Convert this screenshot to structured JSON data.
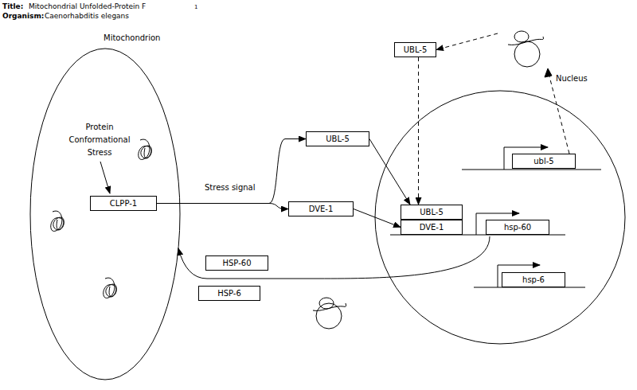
{
  "diagram": {
    "title": "Mitochondrial Unfolded-Protein F",
    "nodes": [
      {
        "text": [
          "Mitochondrion"
        ]
      },
      {
        "text": [
          "CLPP-1"
        ],
        "in": 0
      },
      {
        "text": [
          "Nucleus"
        ]
      },
      {
        "text": [
          "UBL-5"
        ]
      },
      {
        "text": [
          "UBL-5"
        ]
      },
      {
        "text": [
          "DVE-1"
        ]
      },
      {
        "text": [
          "UBL-5"
        ],
        "in": 2
      },
      {
        "text": [
          "DVE-1"
        ],
        "in": 2
      },
      {
        "text": [
          "hsp-60"
        ],
        "in": 2
      },
      {
        "text": [
          "ubl-5"
        ],
        "in": 2
      },
      {
        "text": [
          "hsp-6"
        ],
        "in": 2
      },
      {
        "text": [
          "HSP-60"
        ]
      },
      {
        "text": [
          "HSP-6"
        ]
      }
    ],
    "edges": [
      {
        "from": 1,
        "to": 4,
        "arrow": "to"
      },
      {
        "from": 1,
        "to": 5,
        "label": "Stress signal",
        "arrow": "to"
      },
      {
        "from": 4,
        "to": 6,
        "arrow": "to"
      },
      {
        "from": 5,
        "to": 7,
        "arrow": "to"
      },
      {
        "from": 9,
        "to": 3,
        "arrow": "to"
      },
      {
        "from": 3,
        "to": 6,
        "arrow": "to"
      },
      {
        "from": 8,
        "to": 0,
        "arrow": "to"
      }
    ],
    "labels": [
      "Title:",
      "Organism:",
      "Caenorhabditis elegans",
      "1",
      "Protein Conformational Stress"
    ]
  }
}
